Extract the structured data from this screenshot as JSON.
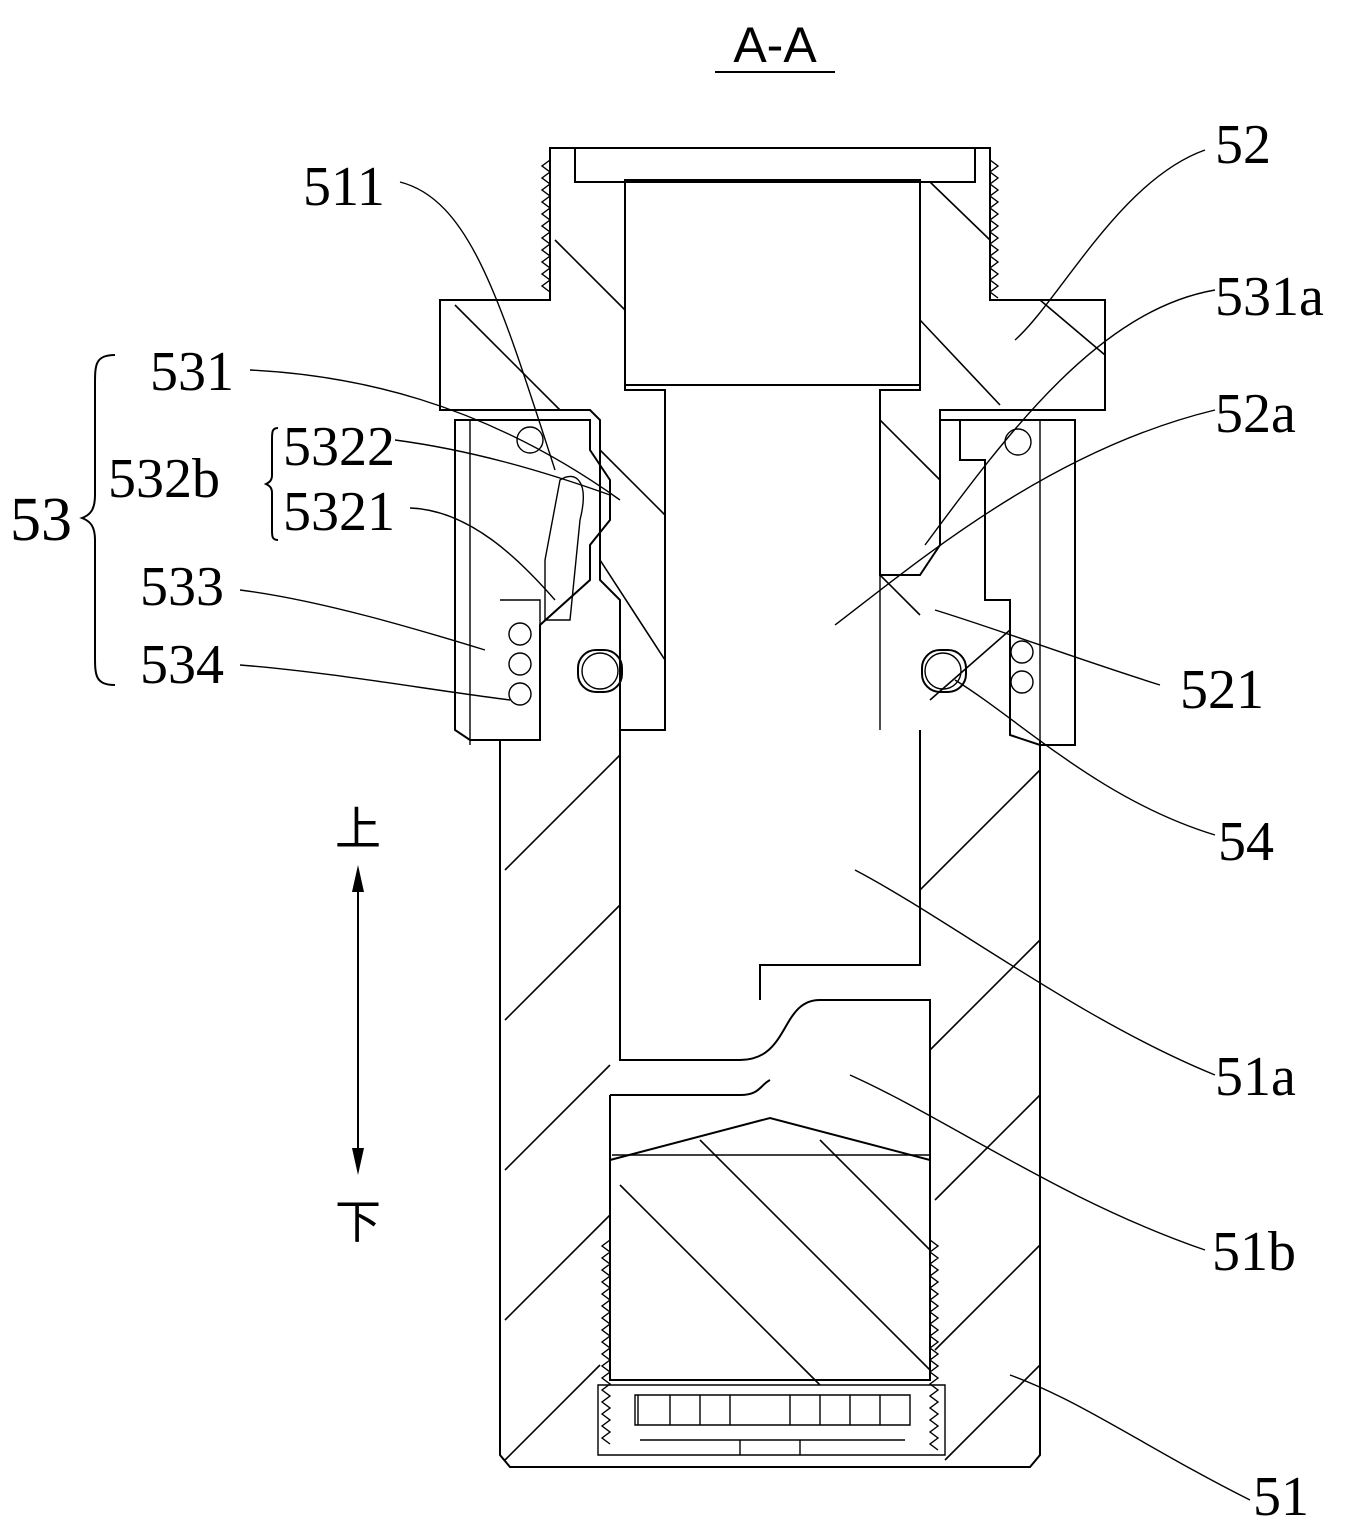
{
  "title": "A-A",
  "direction": {
    "up": "上",
    "down": "下"
  },
  "labels": {
    "l511": "511",
    "l52": "52",
    "l531a": "531a",
    "l531": "531",
    "l52a": "52a",
    "l532b": "532b",
    "l5322": "5322",
    "l5321": "5321",
    "l53": "53",
    "l533": "533",
    "l534": "534",
    "l521": "521",
    "l54": "54",
    "l51a": "51a",
    "l51b": "51b",
    "l51": "51"
  }
}
